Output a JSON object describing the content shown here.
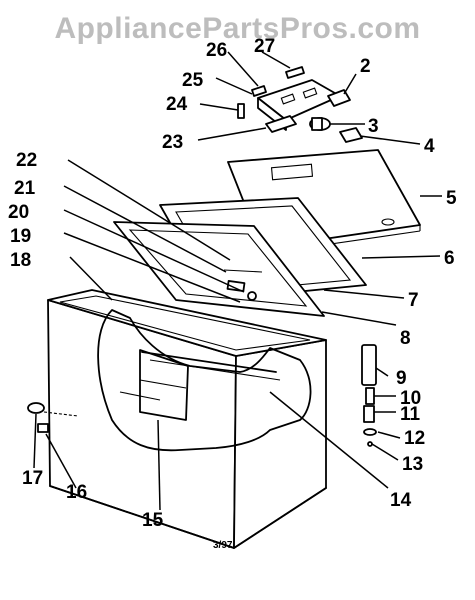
{
  "watermark": "AppliancePartsPros.com",
  "footer_code": "3/97",
  "callouts": [
    "2",
    "3",
    "4",
    "5",
    "6",
    "7",
    "8",
    "9",
    "10",
    "11",
    "12",
    "13",
    "14",
    "15",
    "16",
    "17",
    "18",
    "19",
    "20",
    "21",
    "22",
    "23",
    "24",
    "25",
    "26",
    "27"
  ]
}
